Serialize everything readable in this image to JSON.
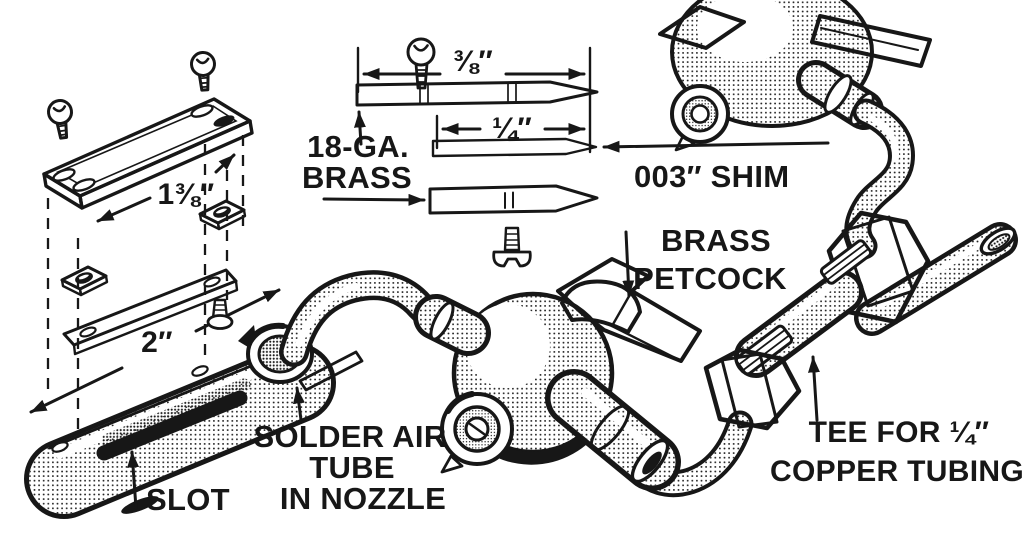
{
  "figure": {
    "paper_color": "#ffffff",
    "ink_color": "#171717"
  },
  "dimensions": {
    "plate_length": "1⅜″",
    "strip_length": "⅜″",
    "shim_length": "¼″",
    "nozzle_length": "2″"
  },
  "labels": {
    "material_line1": "18-GA.",
    "material_line2": "BRASS",
    "shim": "003″ SHIM",
    "petcock_line1": "BRASS",
    "petcock_line2": "PETCOCK",
    "slot": "SLOT",
    "solder_line1": "SOLDER AIR",
    "solder_line2": "TUBE",
    "solder_line3": "IN NOZZLE",
    "tee_line1": "TEE FOR ¼″",
    "tee_line2": "COPPER TUBING"
  }
}
